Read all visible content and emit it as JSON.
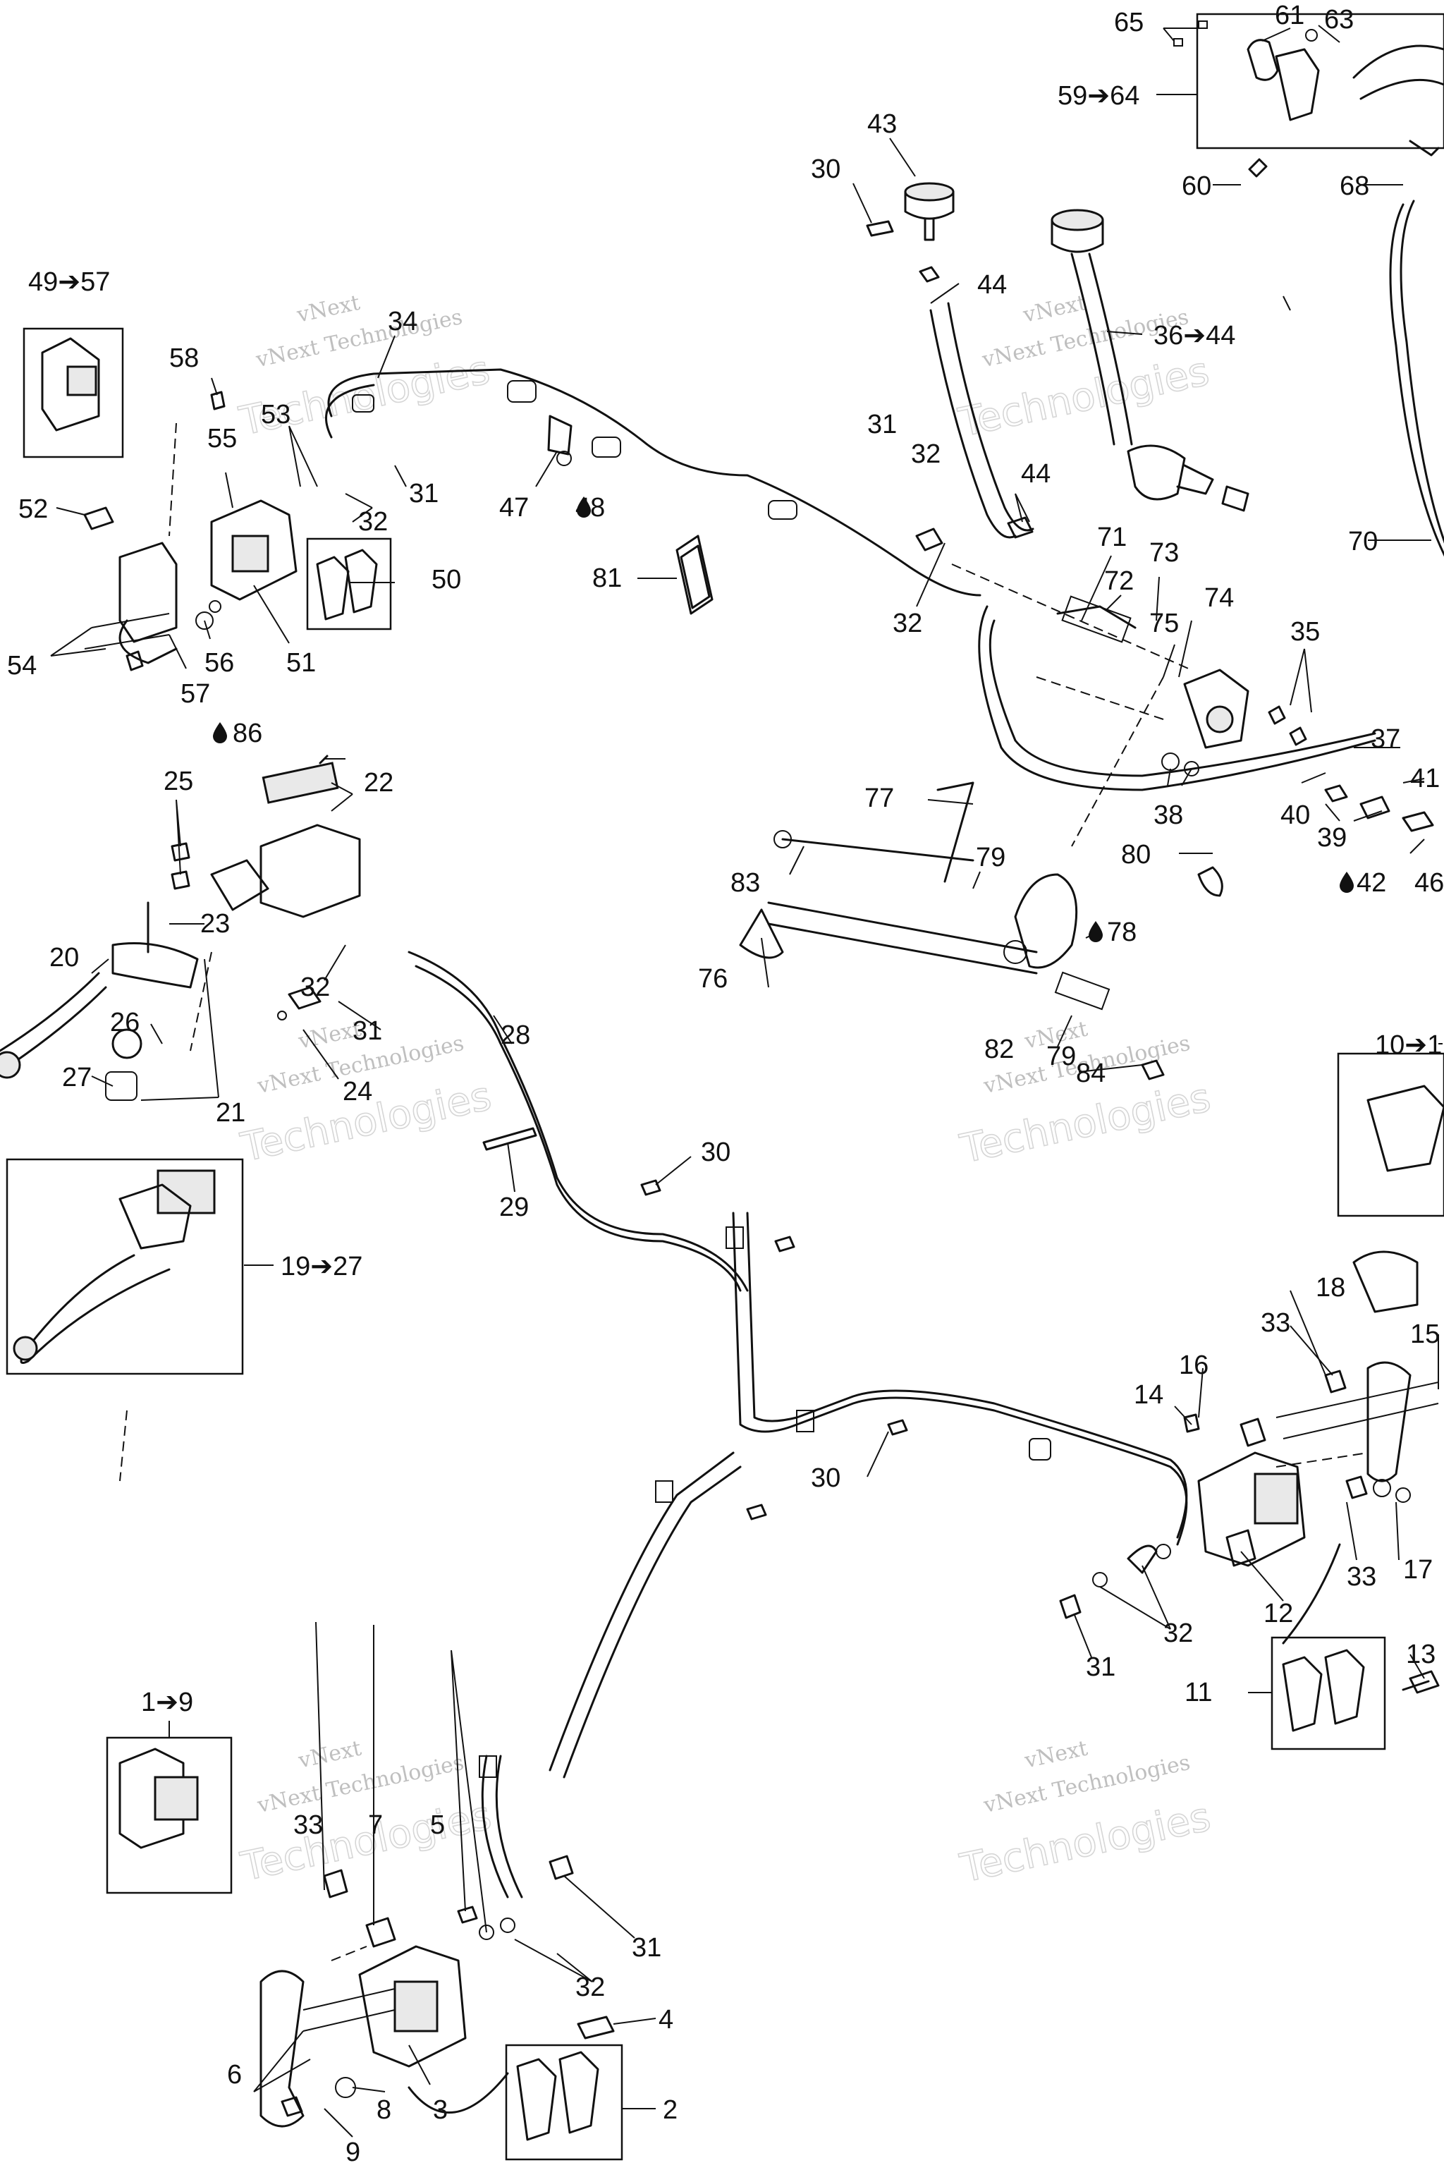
{
  "watermark": {
    "line1": "vNext",
    "line2": "vNext Technologies",
    "line3": "Technologies"
  },
  "labels": [
    {
      "id": "l65",
      "text": "65"
    },
    {
      "id": "l61",
      "text": "61"
    },
    {
      "id": "l63",
      "text": "63"
    },
    {
      "id": "l59",
      "text": "59➔64"
    },
    {
      "id": "l60",
      "text": "60"
    },
    {
      "id": "l68",
      "text": "68"
    },
    {
      "id": "l43",
      "text": "43"
    },
    {
      "id": "l30a",
      "text": "30"
    },
    {
      "id": "l44a",
      "text": "44"
    },
    {
      "id": "l3644",
      "text": "36➔44"
    },
    {
      "id": "l4957",
      "text": "49➔57"
    },
    {
      "id": "l34",
      "text": "34"
    },
    {
      "id": "l58",
      "text": "58"
    },
    {
      "id": "l53",
      "text": "53"
    },
    {
      "id": "l31a",
      "text": "31"
    },
    {
      "id": "l32a",
      "text": "32"
    },
    {
      "id": "l31b",
      "text": "31"
    },
    {
      "id": "l32b",
      "text": "32"
    },
    {
      "id": "l44b",
      "text": "44"
    },
    {
      "id": "l55",
      "text": "55"
    },
    {
      "id": "l52",
      "text": "52"
    },
    {
      "id": "l47",
      "text": "47"
    },
    {
      "id": "l48",
      "text": "48"
    },
    {
      "id": "l81",
      "text": "81"
    },
    {
      "id": "l71",
      "text": "71"
    },
    {
      "id": "l72",
      "text": "72"
    },
    {
      "id": "l73",
      "text": "73"
    },
    {
      "id": "l70",
      "text": "70"
    },
    {
      "id": "l50",
      "text": "50"
    },
    {
      "id": "l54",
      "text": "54"
    },
    {
      "id": "l56",
      "text": "56"
    },
    {
      "id": "l51",
      "text": "51"
    },
    {
      "id": "l57",
      "text": "57"
    },
    {
      "id": "l32c",
      "text": "32"
    },
    {
      "id": "l74",
      "text": "74"
    },
    {
      "id": "l75",
      "text": "75"
    },
    {
      "id": "l35",
      "text": "35"
    },
    {
      "id": "l86",
      "text": "86"
    },
    {
      "id": "l22",
      "text": "22"
    },
    {
      "id": "l25",
      "text": "25"
    },
    {
      "id": "l37",
      "text": "37"
    },
    {
      "id": "l41",
      "text": "41"
    },
    {
      "id": "l40",
      "text": "40"
    },
    {
      "id": "l39",
      "text": "39"
    },
    {
      "id": "l38",
      "text": "38"
    },
    {
      "id": "l77",
      "text": "77"
    },
    {
      "id": "l80",
      "text": "80"
    },
    {
      "id": "l83",
      "text": "83"
    },
    {
      "id": "l79",
      "text": "79"
    },
    {
      "id": "l42",
      "text": "42"
    },
    {
      "id": "l46",
      "text": "46"
    },
    {
      "id": "l23",
      "text": "23"
    },
    {
      "id": "l20",
      "text": "20"
    },
    {
      "id": "l78",
      "text": "78"
    },
    {
      "id": "l76",
      "text": "76"
    },
    {
      "id": "l32d",
      "text": "32"
    },
    {
      "id": "l26",
      "text": "26"
    },
    {
      "id": "l31c",
      "text": "31"
    },
    {
      "id": "l28",
      "text": "28"
    },
    {
      "id": "l82",
      "text": "82"
    },
    {
      "id": "l1011",
      "text": "10➔1"
    },
    {
      "id": "l27",
      "text": "27"
    },
    {
      "id": "l24",
      "text": "24"
    },
    {
      "id": "l21",
      "text": "21"
    },
    {
      "id": "l79b",
      "text": "79"
    },
    {
      "id": "l84",
      "text": "84"
    },
    {
      "id": "l30b",
      "text": "30"
    },
    {
      "id": "l29",
      "text": "29"
    },
    {
      "id": "l1927",
      "text": "19➔27"
    },
    {
      "id": "l18",
      "text": "18"
    },
    {
      "id": "l33a",
      "text": "33"
    },
    {
      "id": "l15",
      "text": "15"
    },
    {
      "id": "l16",
      "text": "16"
    },
    {
      "id": "l14",
      "text": "14"
    },
    {
      "id": "l30c",
      "text": "30"
    },
    {
      "id": "l33b",
      "text": "33"
    },
    {
      "id": "l17",
      "text": "17"
    },
    {
      "id": "l12",
      "text": "12"
    },
    {
      "id": "l32e",
      "text": "32"
    },
    {
      "id": "l31d",
      "text": "31"
    },
    {
      "id": "l11",
      "text": "11"
    },
    {
      "id": "l13",
      "text": "13"
    },
    {
      "id": "l19",
      "text": "1➔9"
    },
    {
      "id": "l33c",
      "text": "33"
    },
    {
      "id": "l7",
      "text": "7"
    },
    {
      "id": "l5",
      "text": "5"
    },
    {
      "id": "l31e",
      "text": "31"
    },
    {
      "id": "l32f",
      "text": "32"
    },
    {
      "id": "l4",
      "text": "4"
    },
    {
      "id": "l6",
      "text": "6"
    },
    {
      "id": "l8",
      "text": "8"
    },
    {
      "id": "l3",
      "text": "3"
    },
    {
      "id": "l2",
      "text": "2"
    },
    {
      "id": "l9",
      "text": "9"
    }
  ]
}
